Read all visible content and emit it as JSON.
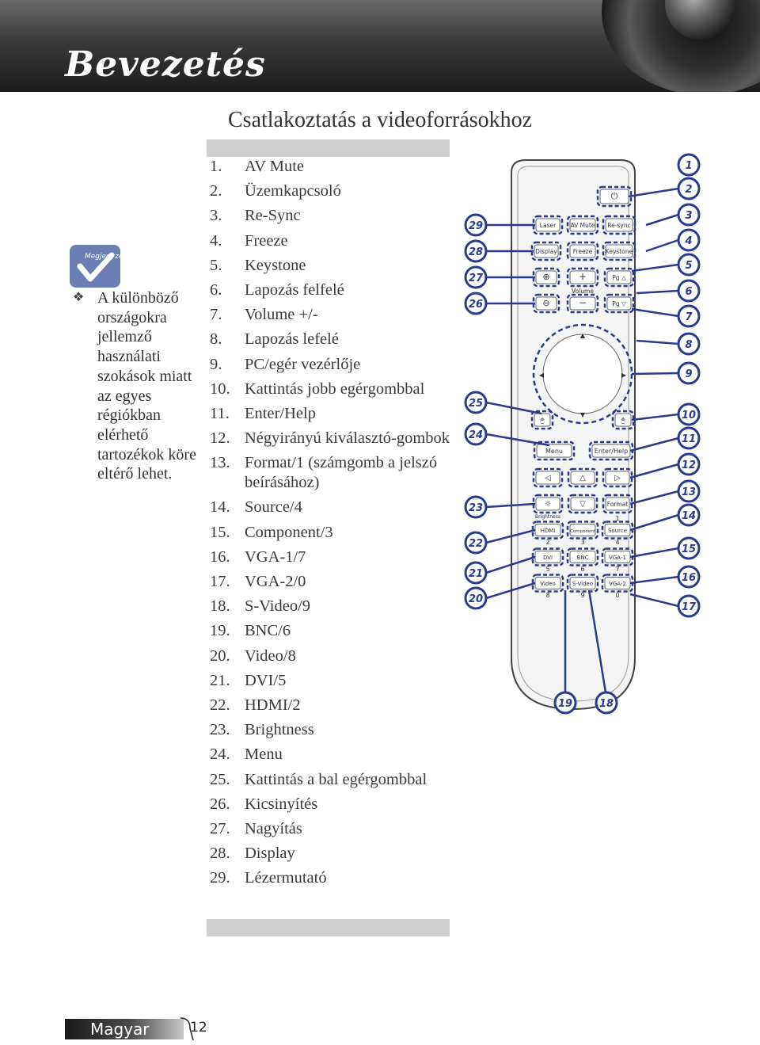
{
  "header": {
    "title": "Bevezetés"
  },
  "section": {
    "title": "Csatlakoztatás a videoforrásokhoz"
  },
  "items": [
    {
      "num": "1.",
      "label": "AV Mute"
    },
    {
      "num": "2.",
      "label": "Üzemkapcsoló"
    },
    {
      "num": "3.",
      "label": "Re-Sync"
    },
    {
      "num": "4.",
      "label": "Freeze"
    },
    {
      "num": "5.",
      "label": "Keystone"
    },
    {
      "num": "6.",
      "label": "Lapozás felfelé"
    },
    {
      "num": "7.",
      "label": "Volume +/-"
    },
    {
      "num": "8.",
      "label": "Lapozás lefelé"
    },
    {
      "num": "9.",
      "label": "PC/egér vezérlője"
    },
    {
      "num": "10.",
      "label": "Kattintás jobb egérgombbal"
    },
    {
      "num": "11.",
      "label": "Enter/Help"
    },
    {
      "num": "12.",
      "label": "Négyirányú kiválasztó-gombok"
    },
    {
      "num": "13.",
      "label": "Format/1 (számgomb a jelszó beírásához)"
    },
    {
      "num": "14.",
      "label": "Source/4"
    },
    {
      "num": "15.",
      "label": "Component/3"
    },
    {
      "num": "16.",
      "label": "VGA-1/7"
    },
    {
      "num": "17.",
      "label": "VGA-2/0"
    },
    {
      "num": "18.",
      "label": "S-Video/9"
    },
    {
      "num": "19.",
      "label": "BNC/6"
    },
    {
      "num": "20.",
      "label": "Video/8"
    },
    {
      "num": "21.",
      "label": "DVI/5"
    },
    {
      "num": "22.",
      "label": "HDMI/2"
    },
    {
      "num": "23.",
      "label": "Brightness"
    },
    {
      "num": "24.",
      "label": "Menu"
    },
    {
      "num": "25.",
      "label": "Kattintás a bal egérgombbal"
    },
    {
      "num": "26.",
      "label": "Kicsinyítés"
    },
    {
      "num": "27.",
      "label": "Nagyítás"
    },
    {
      "num": "28.",
      "label": "Display"
    },
    {
      "num": "29.",
      "label": "Lézermutató"
    }
  ],
  "note": {
    "icon_label": "Megjegyzés",
    "text": "A különböző országokra jellemző használati szokások miatt az egyes régiókban elérhető tartozékok köre eltérő lehet."
  },
  "remote": {
    "buttons": {
      "laser": "Laser",
      "av_mute": "AV Mute",
      "resync": "Re-sync",
      "display": "Display",
      "freeze": "Freeze",
      "keystone": "Keystone",
      "volume": "Volume",
      "pg": "Pg",
      "menu": "Menu",
      "enter_help": "Enter/Help",
      "brightness": "Brightness",
      "format": "Format",
      "hdmi": "HDMI",
      "component": "Component",
      "source": "Source",
      "dvi": "DVI",
      "bnc": "BNC",
      "vga1": "VGA-1",
      "video": "Video",
      "svideo": "S-Video",
      "vga2": "VGA-2",
      "n1": "1",
      "n2": "2",
      "n3": "3",
      "n4": "4",
      "n5": "5",
      "n6": "6",
      "n7": "7",
      "n8": "8",
      "n9": "9",
      "n0": "0"
    },
    "callouts_right": [
      "1",
      "2",
      "3",
      "4",
      "5",
      "6",
      "7",
      "8",
      "9",
      "10",
      "11",
      "12",
      "13",
      "14",
      "15",
      "16",
      "17"
    ],
    "callouts_left": [
      "29",
      "28",
      "27",
      "26",
      "25",
      "24",
      "23",
      "22",
      "21",
      "20"
    ],
    "callouts_bottom": [
      "19",
      "18"
    ]
  },
  "footer": {
    "language": "Magyar",
    "page": "12"
  }
}
